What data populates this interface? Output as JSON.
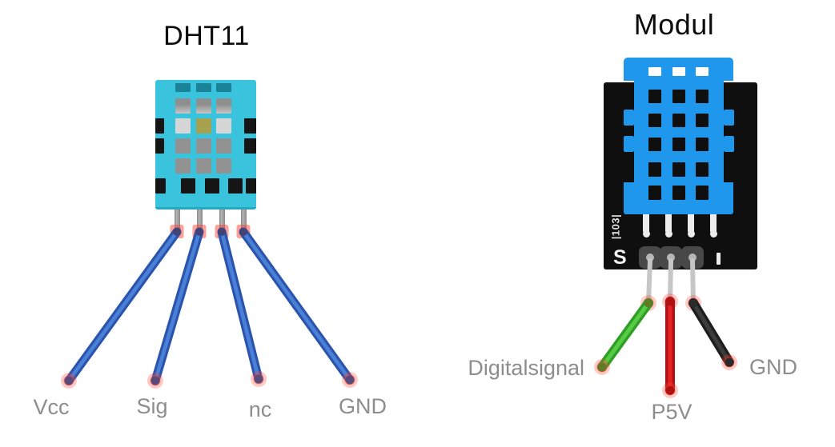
{
  "diagram": {
    "left": {
      "title": "DHT11",
      "component": "DHT11 bare sensor",
      "pin_labels": [
        "Vcc",
        "Sig",
        "nc",
        "GND"
      ]
    },
    "right": {
      "title": "Modul",
      "component": "DHT11 sensor module",
      "board_code": "|103|",
      "board_s": "S",
      "pin_labels": [
        "Digitalsignal",
        "P5V",
        "GND"
      ]
    },
    "colors": {
      "sensor_cyan": "#3ac3dd",
      "sensor_cyan_dark": "#2aa7c0",
      "module_blue": "#1e97ec",
      "pcb_black": "#0f0f0f",
      "wire_blue_outer": "#2b55ac",
      "wire_blue_inner": "#4a80d8",
      "wire_green_outer": "#2f9e26",
      "wire_green_inner": "#55cc44",
      "wire_red_outer": "#b31111",
      "wire_red_inner": "#e52222",
      "wire_black_outer": "#1e1e1e",
      "wire_black_inner": "#3c3c3c",
      "lead_gray": "#c6c6c6",
      "connector_glow": "#ff4030",
      "label_gray": "#8d8d8d"
    }
  }
}
